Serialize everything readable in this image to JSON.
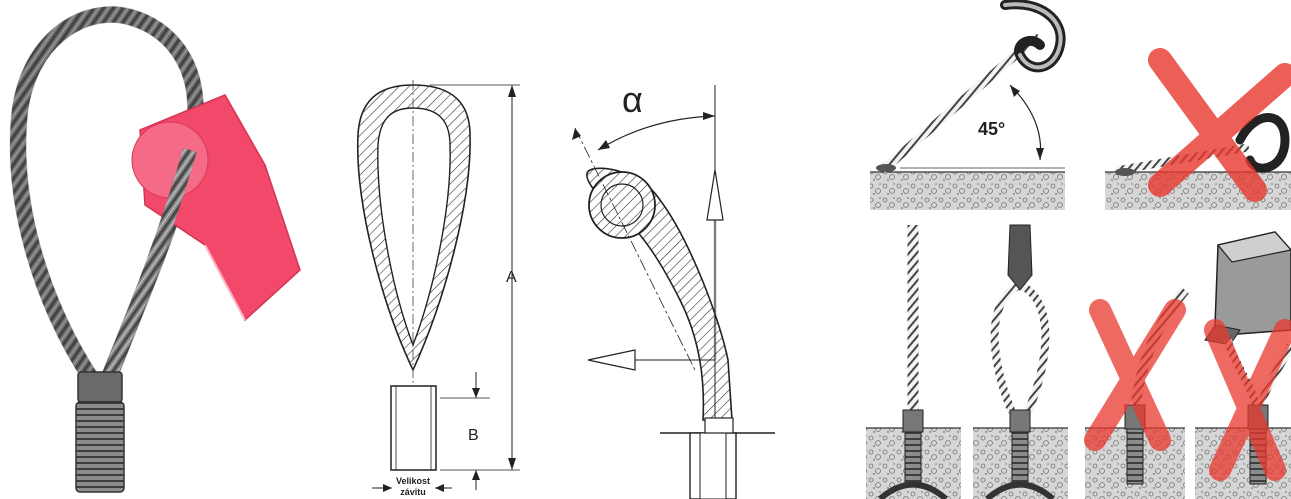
{
  "panels": {
    "product_photo": {
      "colors": {
        "cable": "#6e6e6e",
        "cable_dark": "#3a3a3a",
        "tag": "#f2486a",
        "thread": "#5a5a5a"
      }
    },
    "dimension_drawing": {
      "dim_a": "A",
      "dim_b": "B",
      "thread_label_line1": "Velikost",
      "thread_label_line2": "závitu"
    },
    "angle_drawing": {
      "angle_symbol": "α"
    },
    "usage_guide": {
      "angle_label": "45°",
      "colors": {
        "cross": "#e8382d",
        "ground": "#d9d9d9"
      }
    }
  }
}
